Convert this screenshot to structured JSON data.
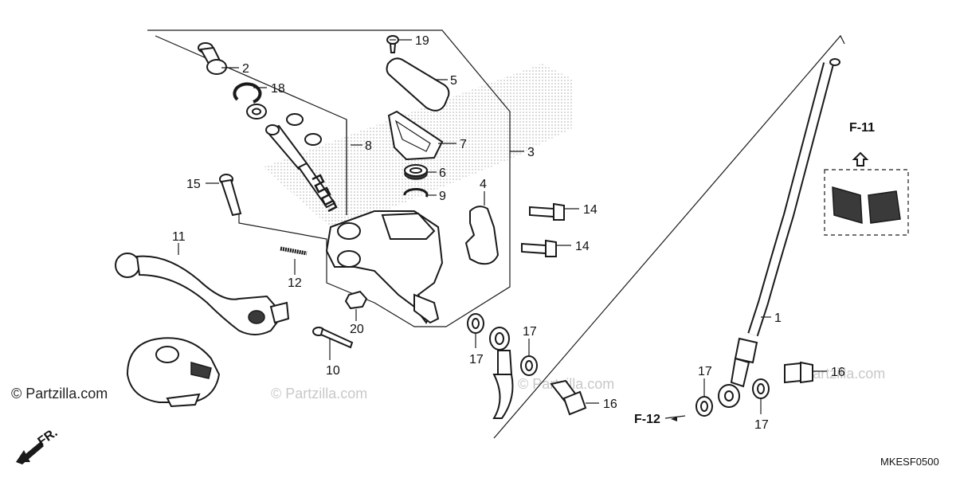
{
  "diagram": {
    "code": "MKESF0500",
    "direction_label": "FR.",
    "watermark": "© Partzilla.com",
    "refs": {
      "upper": "F-11",
      "lower": "F-12"
    },
    "callouts": [
      "1",
      "2",
      "3",
      "4",
      "5",
      "6",
      "7",
      "8",
      "9",
      "10",
      "11",
      "12",
      "14",
      "14",
      "15",
      "16",
      "16",
      "17",
      "17",
      "17",
      "17",
      "18",
      "19",
      "20"
    ]
  }
}
